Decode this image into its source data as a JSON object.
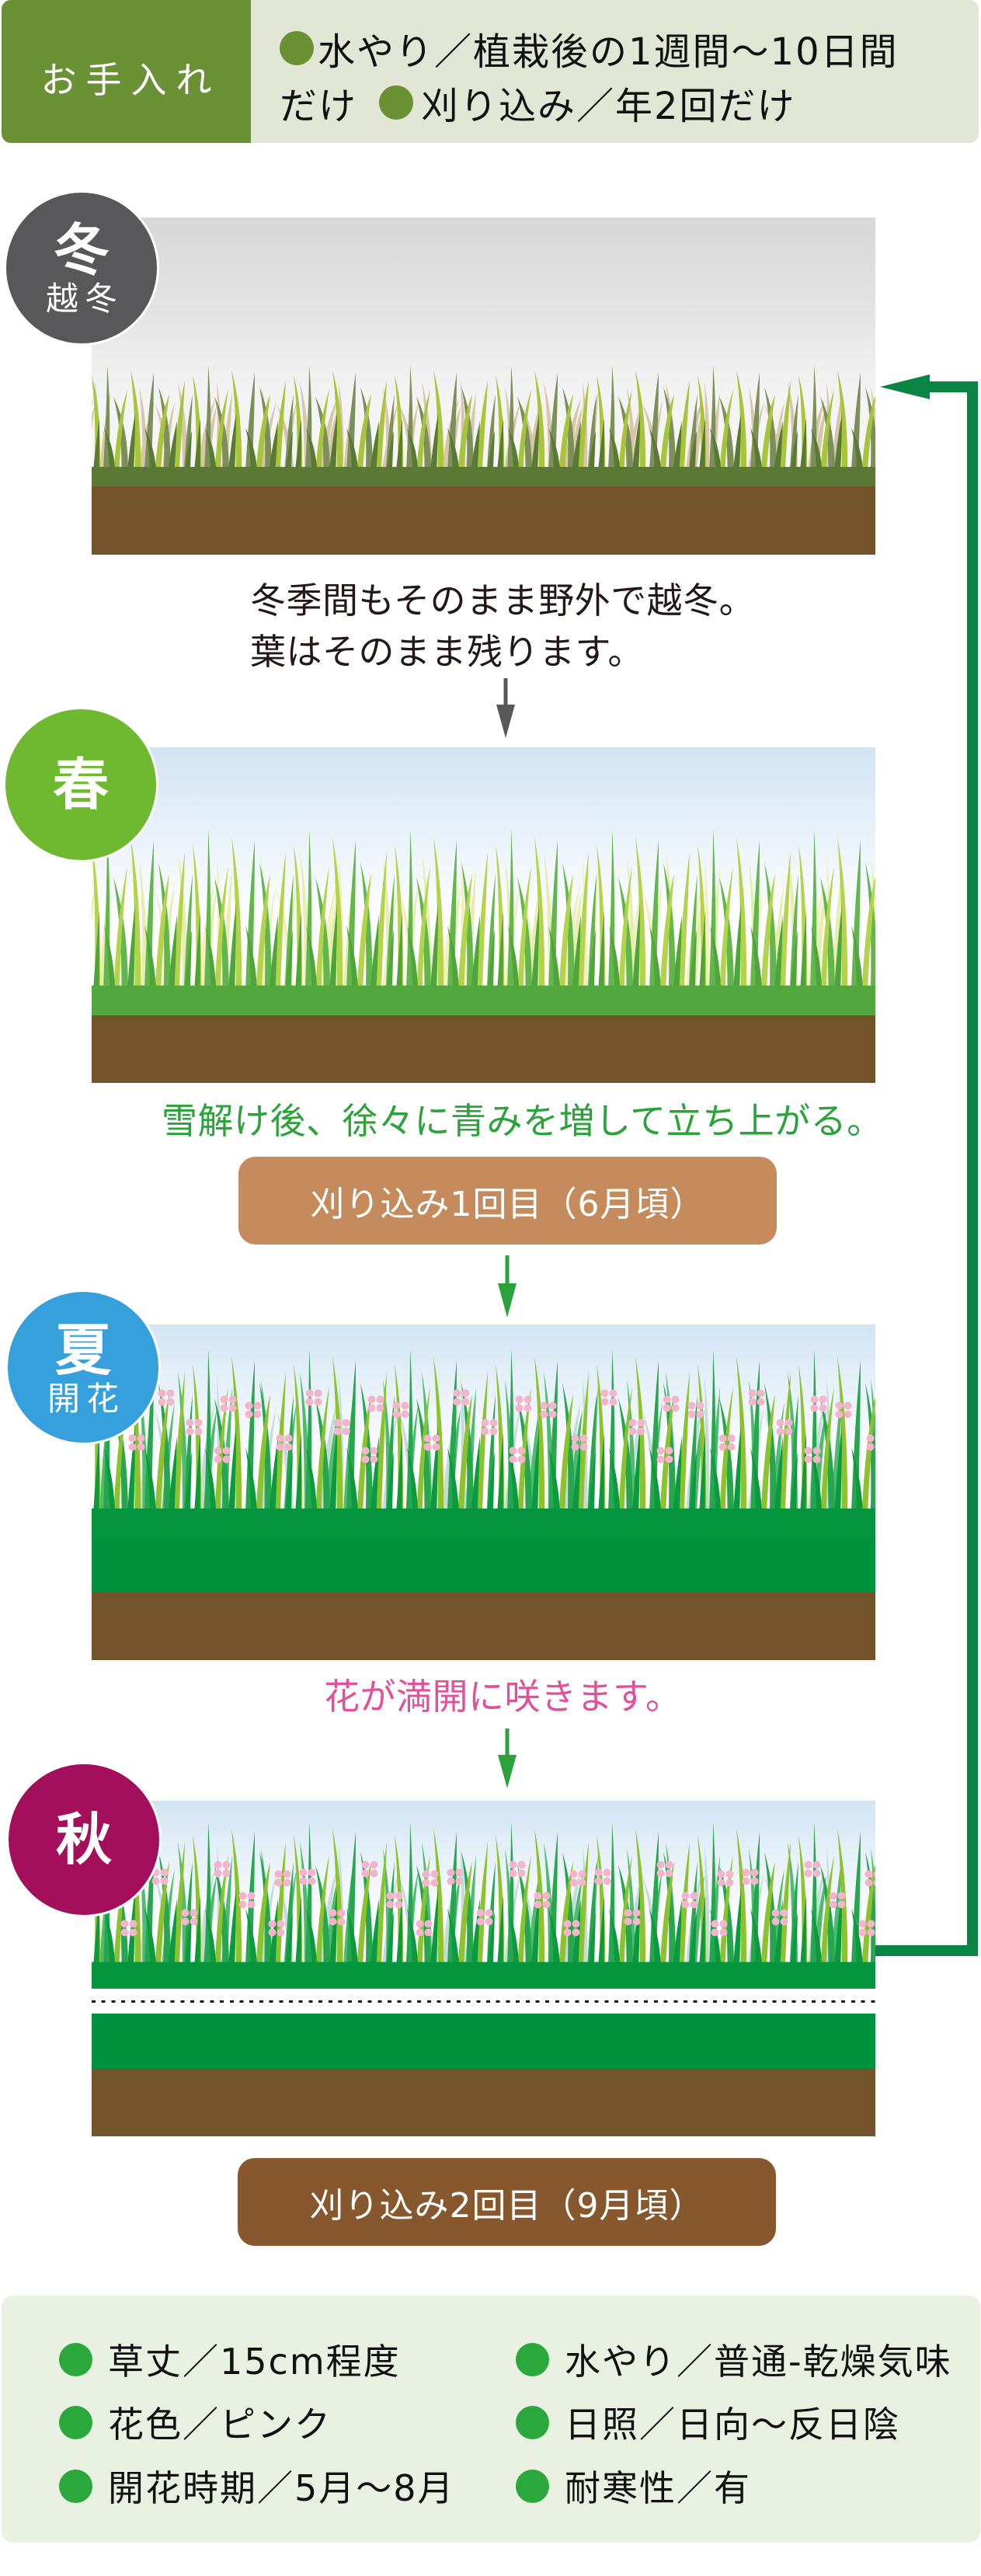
{
  "maintenance": {
    "label": "お手入れ",
    "label_bg": "#6a9234",
    "panel_bg": "#e1e7d4",
    "bullet_color": "#6a9234",
    "items": [
      {
        "text": "水やり／植栽後の1週間〜10日間",
        "text_wrap": "だけ"
      },
      {
        "text": "刈り込み／年2回だけ"
      }
    ]
  },
  "seasons": [
    {
      "key": "winter",
      "badge": "冬",
      "badge_sub": "越冬",
      "badge_color": "#58575a",
      "caption": [
        "冬季間もそのまま野外で越冬。",
        "葉はそのまま残ります。"
      ],
      "caption_color": "#231815",
      "next_arrow_color": "#58585a"
    },
    {
      "key": "spring",
      "badge": "春",
      "badge_color": "#6eb92f",
      "caption": [
        "雪解け後、徐々に青みを増して立ち上がる。"
      ],
      "caption_color": "#2ba23a",
      "action": "刈り込み1回目（6月頃）",
      "action_color": "#c68b5d",
      "next_arrow_color": "#2ba23c"
    },
    {
      "key": "summer",
      "badge": "夏",
      "badge_sub": "開花",
      "badge_color": "#35a0dc",
      "caption": [
        "花が満開に咲きます。"
      ],
      "caption_color": "#e0509b",
      "next_arrow_color": "#2ba23c"
    },
    {
      "key": "autumn",
      "badge": "秋",
      "badge_color": "#a30f5b",
      "action": "刈り込み2回目（9月頃）",
      "action_color": "#87582e"
    }
  ],
  "cycle_arrow_color": "#0a8443",
  "scene_colors": {
    "soil": "#73532a",
    "grass_band": "#00923f",
    "flower": "#f3b4cc"
  },
  "info": {
    "bg": "#e9f2e2",
    "bullet_color": "#2aa83b",
    "columns": [
      [
        "草丈／15cm程度",
        "花色／ピンク",
        "開花時期／5月〜8月"
      ],
      [
        "水やり／普通-乾燥気味",
        "日照／日向〜反日陰",
        "耐寒性／有"
      ]
    ]
  }
}
